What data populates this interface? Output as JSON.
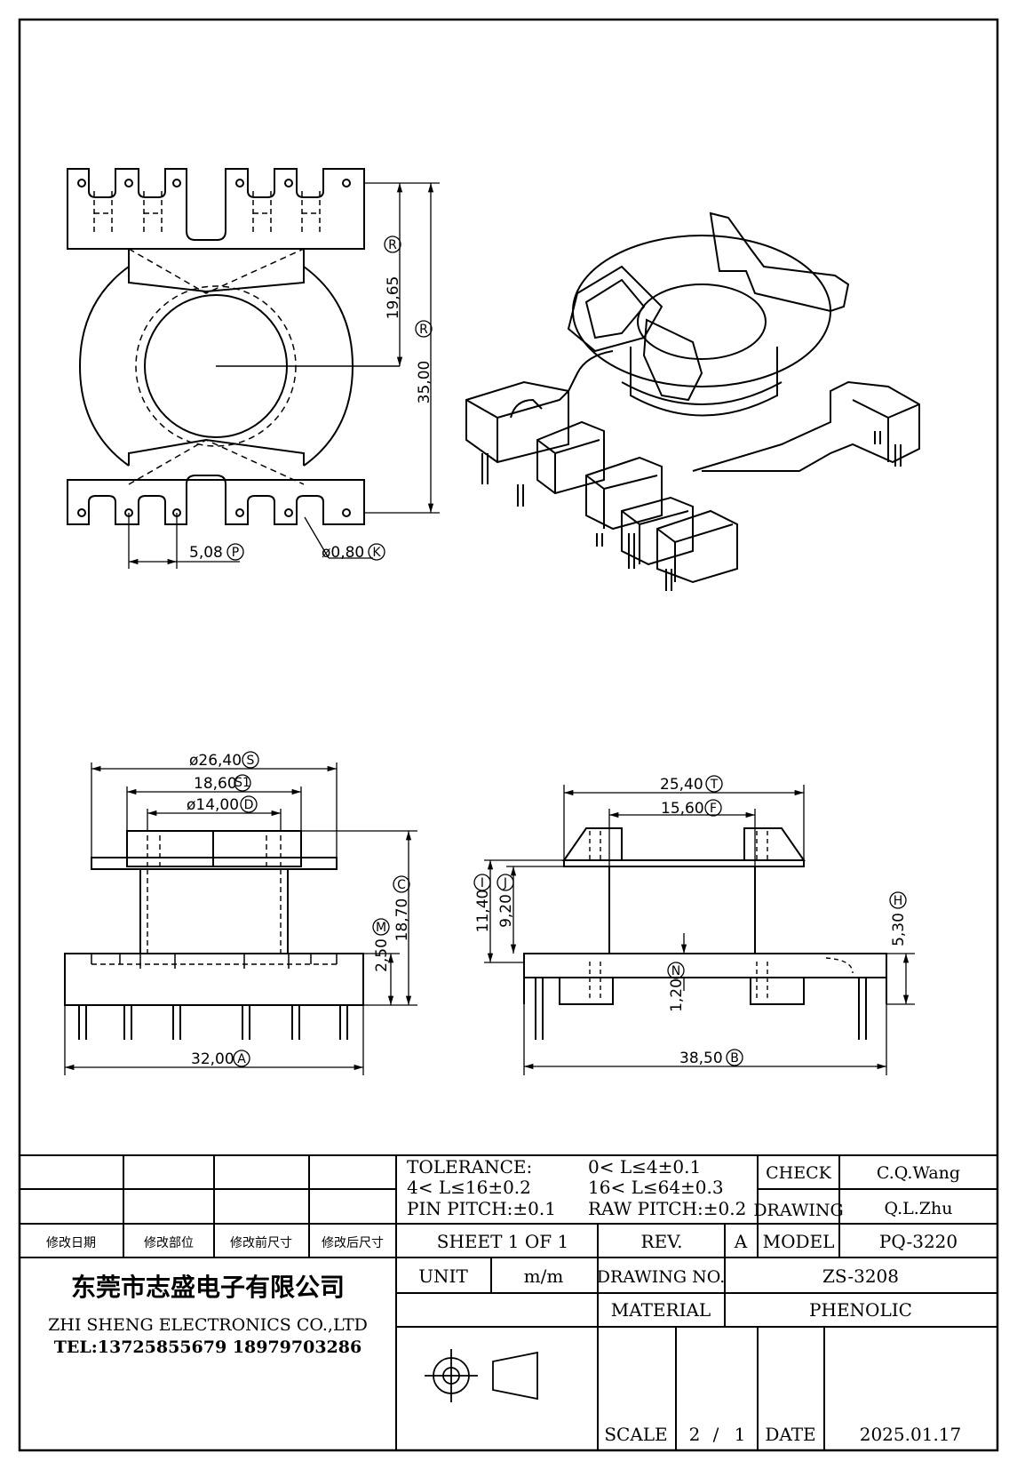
{
  "views": {
    "top": {
      "height_outer": "35,00",
      "height_outer_tag": "R",
      "height_half": "19,65",
      "height_half_tag": "R",
      "pin_pitch": "5,08",
      "pin_pitch_tag": "P",
      "hole_dia": "ø0,80",
      "hole_dia_tag": "K"
    },
    "front": {
      "flange_dia": "ø26,40",
      "flange_dia_tag": "S",
      "core_width": "18,60",
      "core_width_tag": "S1",
      "bore_dia": "ø14,00",
      "bore_dia_tag": "D",
      "total_height": "18,70",
      "total_height_tag": "C",
      "base_height": "2,50",
      "base_height_tag": "M",
      "base_width": "32,00",
      "base_width_tag": "A"
    },
    "side": {
      "top_width": "25,40",
      "top_width_tag": "T",
      "inner_width": "15,60",
      "inner_width_tag": "F",
      "height_a": "11,40",
      "height_a_tag": "I",
      "height_b": "9,20",
      "height_b_tag": "J",
      "base_h": "5,30",
      "base_h_tag": "H",
      "wall": "1,20",
      "wall_tag": "N",
      "total_width": "38,50",
      "total_width_tag": "B"
    }
  },
  "title_block": {
    "revision_headers": [
      "修改日期",
      "修改部位",
      "修改前尺寸",
      "修改后尺寸"
    ],
    "tolerance_label": "TOLERANCE:",
    "tol_1": "0< L≤4±0.1",
    "tol_2": "4< L≤16±0.2",
    "tol_3": "16< L≤64±0.3",
    "pin_pitch": "PIN PITCH:±0.1",
    "raw_pitch": "RAW PITCH:±0.2",
    "check_label": "CHECK",
    "check_value": "C.Q.Wang",
    "drawing_label": "DRAWING",
    "drawing_value": "Q.L.Zhu",
    "sheet": "SHEET 1 OF 1",
    "rev_label": "REV.",
    "rev_value": "A",
    "model_label": "MODEL",
    "model_value": "PQ-3220",
    "company_cn": "东莞市志盛电子有限公司",
    "company_en": "ZHI SHENG ELECTRONICS CO.,LTD",
    "tel": "TEL:13725855679 18979703286",
    "unit_label": "UNIT",
    "unit_value": "m/m",
    "drawing_no_label": "DRAWING NO.",
    "drawing_no_value": "ZS-3208",
    "material_label": "MATERIAL",
    "material_value": "PHENOLIC",
    "scale_label": "SCALE",
    "scale_a": "2",
    "scale_sep": "/",
    "scale_b": "1",
    "date_label": "DATE",
    "date_value": "2025.01.17"
  }
}
